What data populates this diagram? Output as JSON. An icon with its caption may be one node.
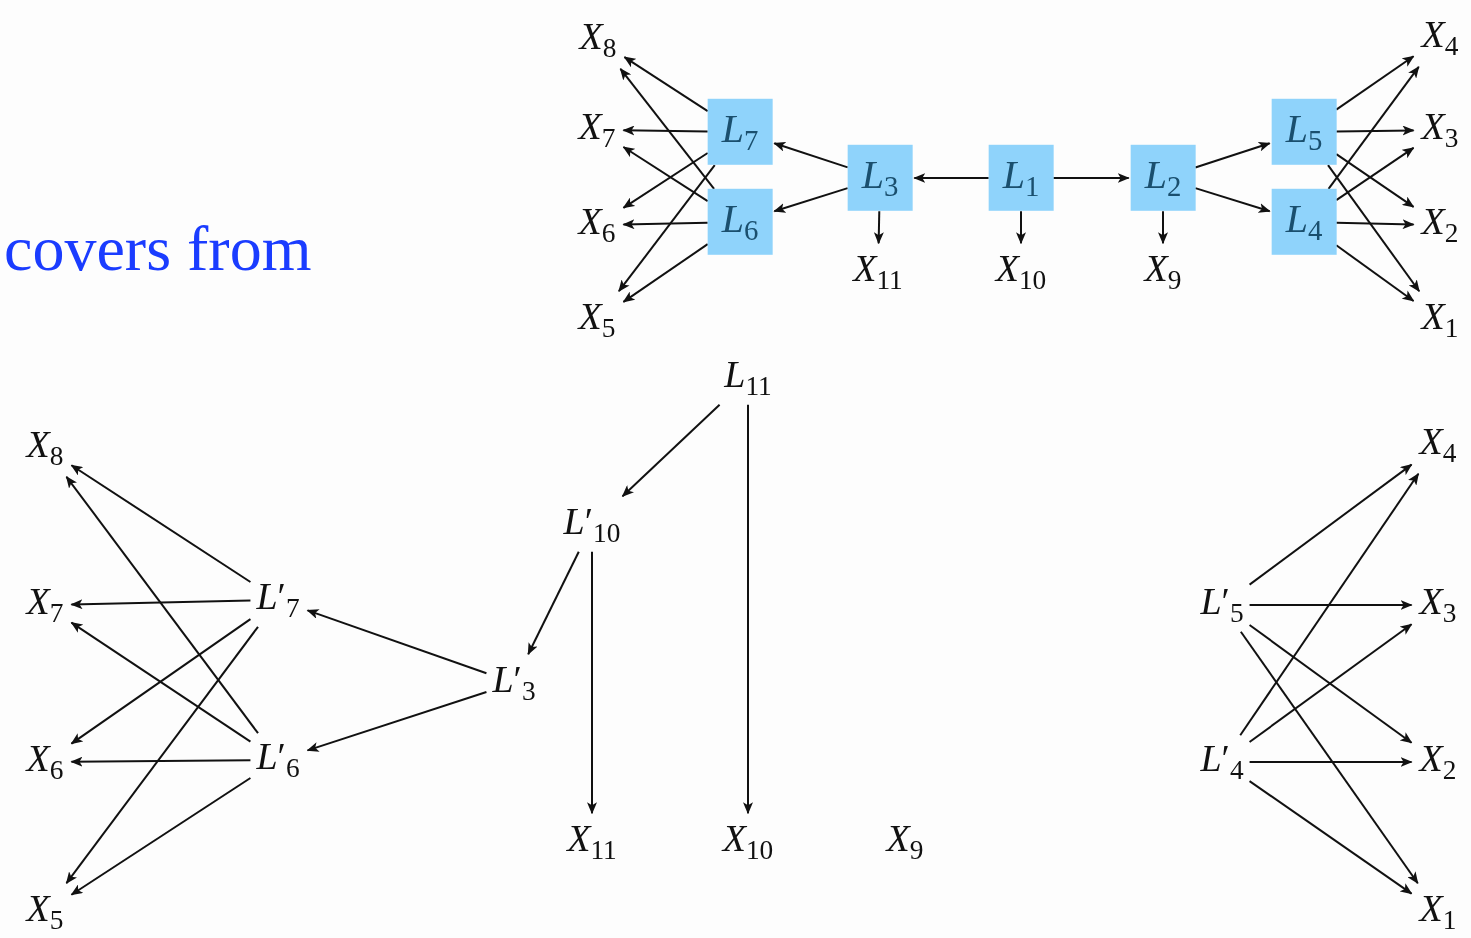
{
  "diagram": {
    "nodes": [
      {
        "text": [
          "*X*$_{8}$"
        ]
      },
      {
        "text": [
          "*X*$_{4}$"
        ]
      },
      {
        "text": [
          "*X*$_{7}$"
        ]
      },
      {
        "text": [
          "*L*$_{7}$"
        ]
      },
      {
        "text": [
          "*X*$_{3}$"
        ]
      },
      {
        "text": [
          "*L*$_{3}$"
        ]
      },
      {
        "text": [
          "*L*$_{1}$"
        ]
      },
      {
        "text": [
          "*L*$_{2}$"
        ]
      },
      {
        "text": [
          "*L*$_{5}$"
        ]
      },
      {
        "text": [
          "*X*$_{6}$"
        ]
      },
      {
        "text": [
          "*L*$_{6}$"
        ]
      },
      {
        "text": [
          "*L*$_{4}$"
        ]
      },
      {
        "text": [
          "*X*$_{2}$"
        ]
      },
      {
        "text": [
          "*X*$_{11}$"
        ]
      },
      {
        "text": [
          "*X*$_{10}$"
        ]
      },
      {
        "text": [
          "*X*$_{9}$"
        ]
      },
      {
        "text": [
          "*X*$_{5}$"
        ]
      },
      {
        "text": [
          "*X*$_{1}$"
        ]
      },
      {
        "text": [
          "*L*$_{11}$"
        ]
      },
      {
        "text": [
          "*X*$_{8}$"
        ]
      },
      {
        "text": [
          "*X*$_{4}$"
        ]
      },
      {
        "text": [
          "*L*′$_{10}$"
        ]
      },
      {
        "text": [
          "*X*$_{7}$"
        ]
      },
      {
        "text": [
          "*L*′$_{7}$"
        ]
      },
      {
        "text": [
          "*L*′$_{5}$"
        ]
      },
      {
        "text": [
          "*X*$_{3}$"
        ]
      },
      {
        "text": [
          "*L*′$_{3}$"
        ]
      },
      {
        "text": [
          "*X*$_{6}$"
        ]
      },
      {
        "text": [
          "*L*′$_{6}$"
        ]
      },
      {
        "text": [
          "*L*′$_{4}$"
        ]
      },
      {
        "text": [
          "*X*$_{2}$"
        ]
      },
      {
        "text": [
          "*X*$_{11}$"
        ]
      },
      {
        "text": [
          "*X*$_{10}$"
        ]
      },
      {
        "text": [
          "*X*$_{9}$"
        ]
      },
      {
        "text": [
          "*X*$_{5}$"
        ]
      },
      {
        "text": [
          "*X*$_{1}$"
        ]
      }
    ],
    "edges": [
      {
        "from": 6,
        "to": 5,
        "arrow": "to"
      },
      {
        "from": 6,
        "to": 7,
        "arrow": "to"
      },
      {
        "from": 6,
        "to": 14,
        "arrow": "to"
      },
      {
        "from": 5,
        "to": 3,
        "arrow": "to"
      },
      {
        "from": 5,
        "to": 10,
        "arrow": "to"
      },
      {
        "from": 5,
        "to": 13,
        "arrow": "to"
      },
      {
        "from": 7,
        "to": 8,
        "arrow": "to"
      },
      {
        "from": 7,
        "to": 11,
        "arrow": "to"
      },
      {
        "from": 7,
        "to": 15,
        "arrow": "to"
      },
      {
        "from": 3,
        "to": 0,
        "arrow": "to"
      },
      {
        "from": 3,
        "to": 2,
        "arrow": "to"
      },
      {
        "from": 3,
        "to": 9,
        "arrow": "to"
      },
      {
        "from": 3,
        "to": 16,
        "arrow": "to"
      },
      {
        "from": 10,
        "to": 0,
        "arrow": "to"
      },
      {
        "from": 10,
        "to": 2,
        "arrow": "to"
      },
      {
        "from": 10,
        "to": 9,
        "arrow": "to"
      },
      {
        "from": 10,
        "to": 16,
        "arrow": "to"
      },
      {
        "from": 8,
        "to": 1,
        "arrow": "to"
      },
      {
        "from": 8,
        "to": 4,
        "arrow": "to"
      },
      {
        "from": 8,
        "to": 12,
        "arrow": "to"
      },
      {
        "from": 8,
        "to": 17,
        "arrow": "to"
      },
      {
        "from": 11,
        "to": 1,
        "arrow": "to"
      },
      {
        "from": 11,
        "to": 4,
        "arrow": "to"
      },
      {
        "from": 11,
        "to": 12,
        "arrow": "to"
      },
      {
        "from": 11,
        "to": 17,
        "arrow": "to"
      },
      {
        "from": 18,
        "to": 21,
        "arrow": "to"
      },
      {
        "from": 18,
        "to": 32,
        "arrow": "to"
      },
      {
        "from": 21,
        "to": 26,
        "arrow": "to"
      },
      {
        "from": 21,
        "to": 31,
        "arrow": "to"
      },
      {
        "from": 26,
        "to": 23,
        "arrow": "to"
      },
      {
        "from": 26,
        "to": 28,
        "arrow": "to"
      },
      {
        "from": 23,
        "to": 19,
        "arrow": "to"
      },
      {
        "from": 23,
        "to": 22,
        "arrow": "to"
      },
      {
        "from": 23,
        "to": 27,
        "arrow": "to"
      },
      {
        "from": 23,
        "to": 34,
        "arrow": "to"
      },
      {
        "from": 28,
        "to": 19,
        "arrow": "to"
      },
      {
        "from": 28,
        "to": 22,
        "arrow": "to"
      },
      {
        "from": 28,
        "to": 27,
        "arrow": "to"
      },
      {
        "from": 28,
        "to": 34,
        "arrow": "to"
      },
      {
        "from": 24,
        "to": 20,
        "arrow": "to"
      },
      {
        "from": 24,
        "to": 25,
        "arrow": "to"
      },
      {
        "from": 24,
        "to": 30,
        "arrow": "to"
      },
      {
        "from": 24,
        "to": 35,
        "arrow": "to"
      },
      {
        "from": 29,
        "to": 20,
        "arrow": "to"
      },
      {
        "from": 29,
        "to": 25,
        "arrow": "to"
      },
      {
        "from": 29,
        "to": 30,
        "arrow": "to"
      },
      {
        "from": 29,
        "to": 35,
        "arrow": "to"
      }
    ],
    "labels": [
      "covers from"
    ]
  }
}
